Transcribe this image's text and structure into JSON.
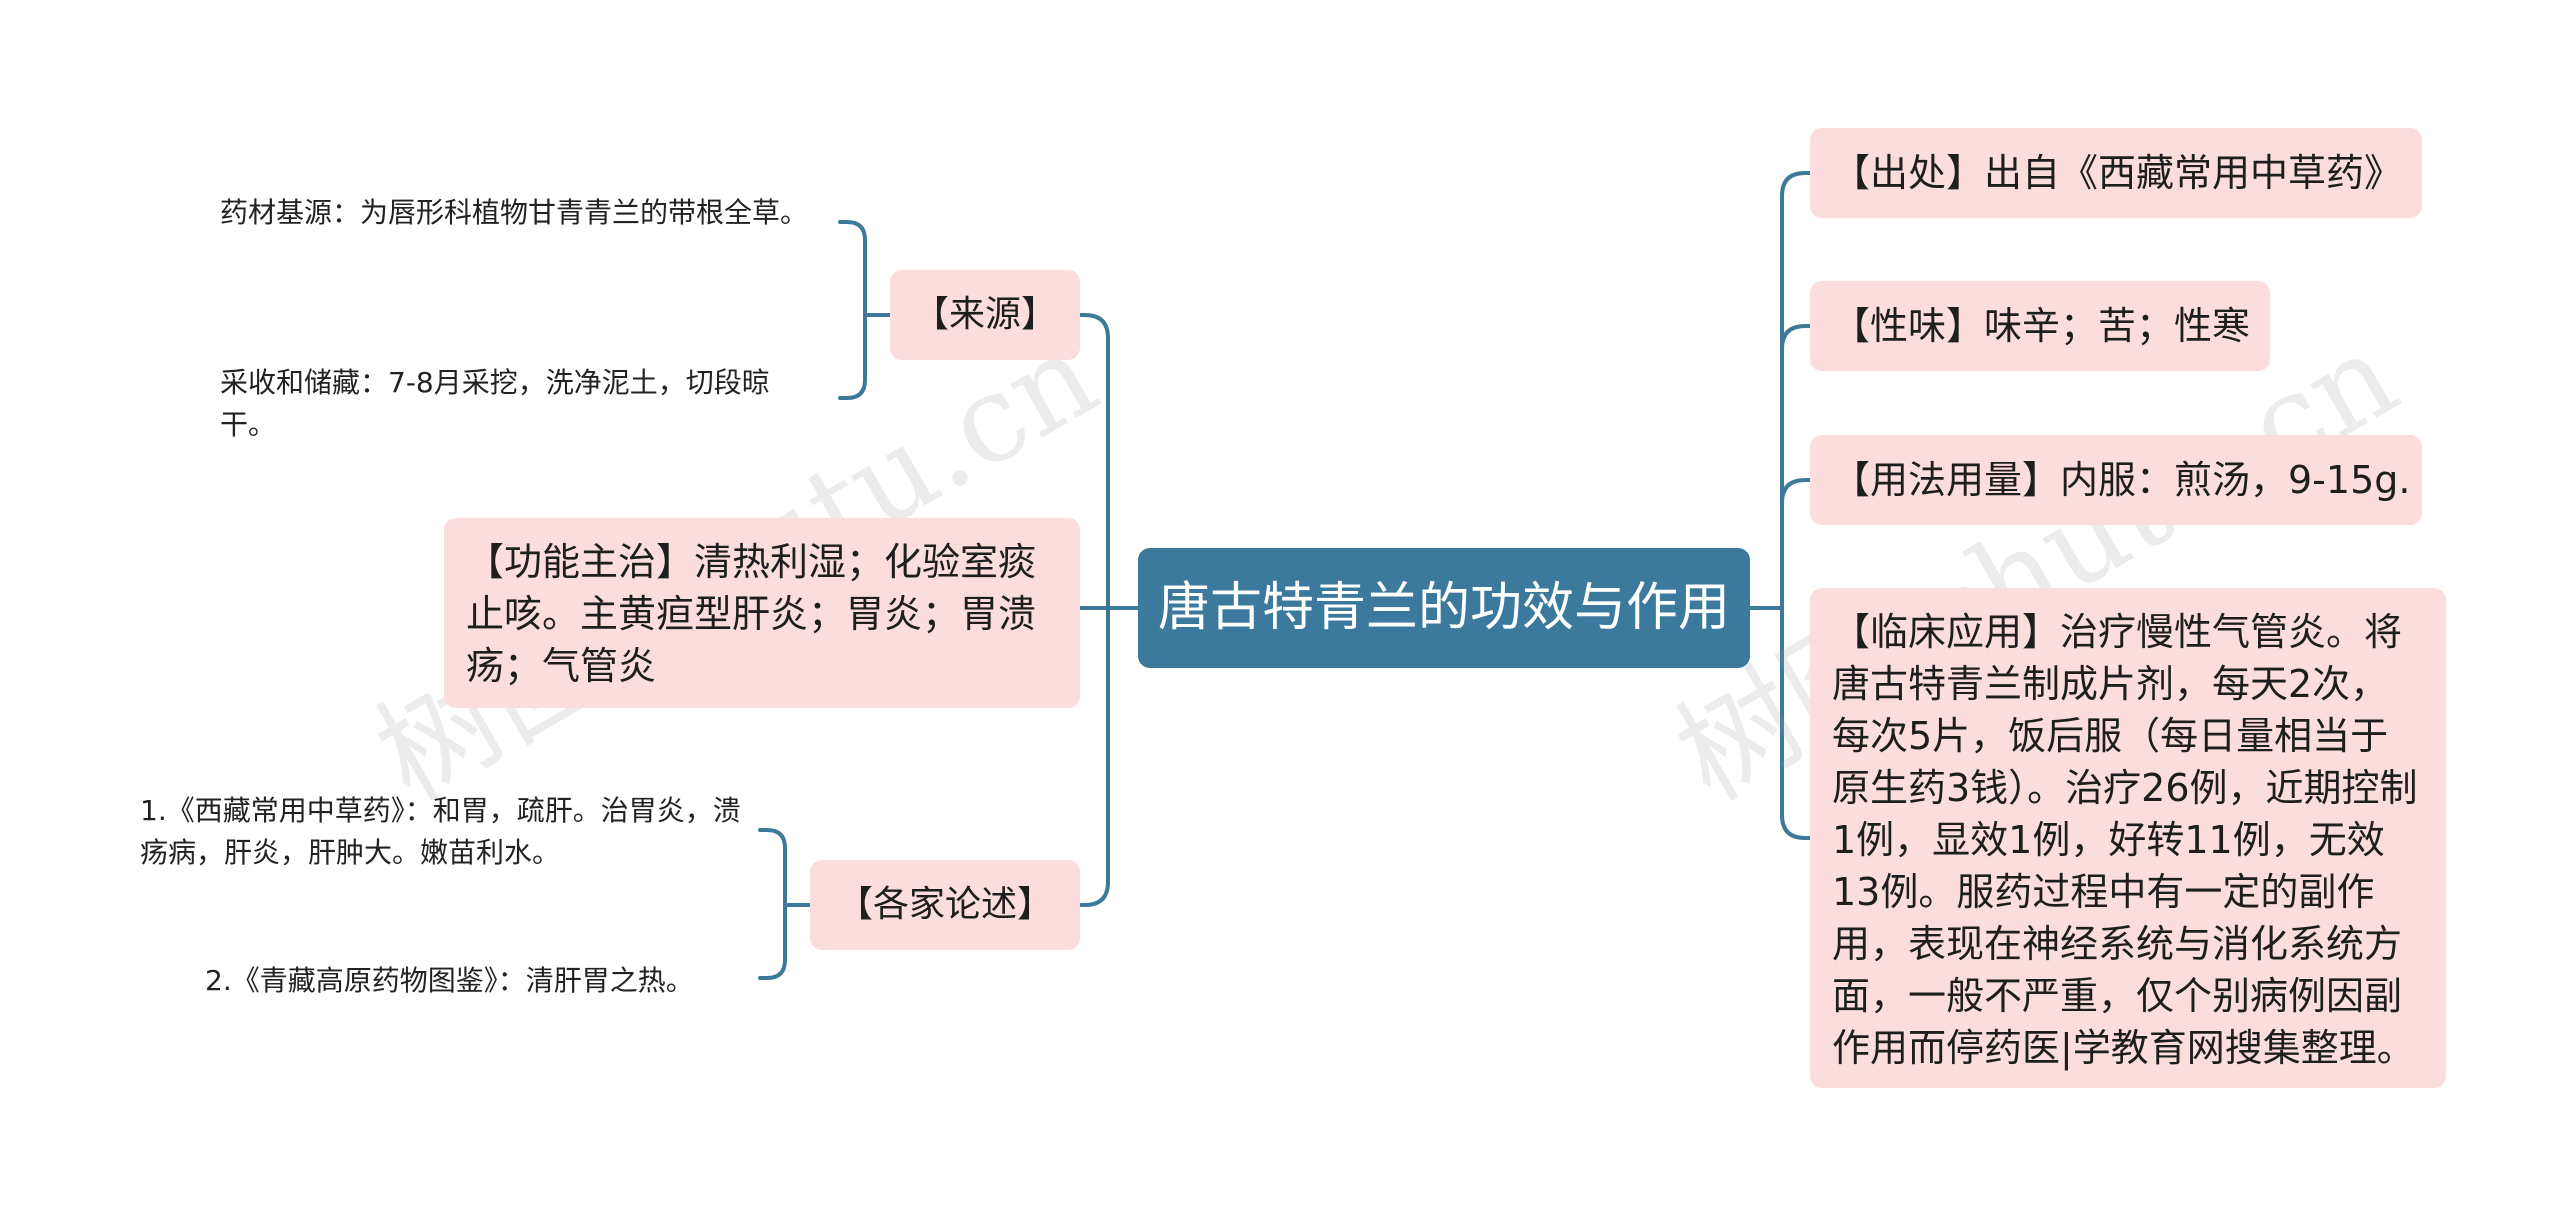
{
  "center": {
    "title": "唐古特青兰的功效与作用"
  },
  "left": {
    "source": {
      "label": "【来源】",
      "items": [
        "药材基源：为唇形科植物甘青青兰的带根全草。",
        "采收和储藏：7-8月采挖，洗净泥土，切段晾干。"
      ]
    },
    "function": {
      "text": "【功能主治】清热利湿；化验室痰止咳。主黄疸型肝炎；胃炎；胃溃疡；气管炎"
    },
    "opinions": {
      "label": "【各家论述】",
      "items": [
        "1.《西藏常用中草药》：和胃，疏肝。治胃炎，溃疡病，肝炎，肝肿大。嫩苗利水。",
        "2.《青藏高原药物图鉴》：清肝胃之热。"
      ]
    }
  },
  "right": {
    "origin": "【出处】出自《西藏常用中草药》",
    "nature": "【性味】味辛；苦；性寒",
    "usage": "【用法用量】内服：煎汤，9-15g.",
    "clinical": "【临床应用】治疗慢性气管炎。将唐古特青兰制成片剂，每天2次，每次5片，饭后服（每日量相当于原生药3钱）。治疗26例，近期控制1例，显效1例，好转11例，无效13例。服药过程中有一定的副作用，表现在神经系统与消化系统方面，一般不严重，仅个别病例因副作用而停药医|学教育网搜集整理。"
  },
  "watermark": {
    "left": "树图 shutu.cn",
    "right": "树图 shutu.cn"
  },
  "colors": {
    "center": "#3b7a9d",
    "node": "#fcdddd",
    "edge": "#3d7a9a"
  }
}
